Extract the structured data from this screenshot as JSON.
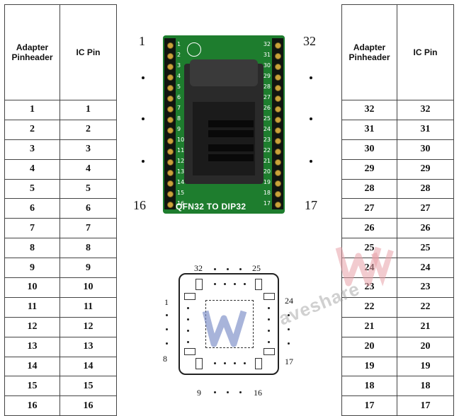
{
  "left_table": {
    "header_adapter": "Adapter\nPinheader",
    "header_ic": "IC Pin",
    "rows": [
      {
        "adapter": "1",
        "ic": "1"
      },
      {
        "adapter": "2",
        "ic": "2"
      },
      {
        "adapter": "3",
        "ic": "3"
      },
      {
        "adapter": "4",
        "ic": "4"
      },
      {
        "adapter": "5",
        "ic": "5"
      },
      {
        "adapter": "6",
        "ic": "6"
      },
      {
        "adapter": "7",
        "ic": "7"
      },
      {
        "adapter": "8",
        "ic": "8"
      },
      {
        "adapter": "9",
        "ic": "9"
      },
      {
        "adapter": "10",
        "ic": "10"
      },
      {
        "adapter": "11",
        "ic": "11"
      },
      {
        "adapter": "12",
        "ic": "12"
      },
      {
        "adapter": "13",
        "ic": "13"
      },
      {
        "adapter": "14",
        "ic": "14"
      },
      {
        "adapter": "15",
        "ic": "15"
      },
      {
        "adapter": "16",
        "ic": "16"
      }
    ]
  },
  "right_table": {
    "header_adapter": "Adapter\nPinheader",
    "header_ic": "IC Pin",
    "rows": [
      {
        "adapter": "32",
        "ic": "32"
      },
      {
        "adapter": "31",
        "ic": "31"
      },
      {
        "adapter": "30",
        "ic": "30"
      },
      {
        "adapter": "29",
        "ic": "29"
      },
      {
        "adapter": "28",
        "ic": "28"
      },
      {
        "adapter": "27",
        "ic": "27"
      },
      {
        "adapter": "26",
        "ic": "26"
      },
      {
        "adapter": "25",
        "ic": "25"
      },
      {
        "adapter": "24",
        "ic": "24"
      },
      {
        "adapter": "23",
        "ic": "23"
      },
      {
        "adapter": "22",
        "ic": "22"
      },
      {
        "adapter": "21",
        "ic": "21"
      },
      {
        "adapter": "20",
        "ic": "20"
      },
      {
        "adapter": "19",
        "ic": "19"
      },
      {
        "adapter": "18",
        "ic": "18"
      },
      {
        "adapter": "17",
        "ic": "17"
      }
    ]
  },
  "board": {
    "corner_labels": {
      "top_left": "1",
      "top_right": "32",
      "bottom_left": "16",
      "bottom_right": "17"
    },
    "silk_label": "QFN32 TO DIP32",
    "left_pin_labels": [
      "1",
      "2",
      "3",
      "4",
      "5",
      "6",
      "7",
      "8",
      "9",
      "10",
      "11",
      "12",
      "13",
      "14",
      "15",
      "16"
    ],
    "right_pin_labels": [
      "32",
      "31",
      "30",
      "29",
      "28",
      "27",
      "26",
      "25",
      "24",
      "23",
      "22",
      "21",
      "20",
      "19",
      "18",
      "17"
    ],
    "colors": {
      "pcb": "#1e7d2e",
      "header": "#101510",
      "socket": "#2a2a2a",
      "pin": "#c9a23a"
    }
  },
  "qfn": {
    "labels": {
      "top_left": "32",
      "top_right": "25",
      "left_top": "1",
      "left_bottom": "8",
      "right_top": "24",
      "right_bottom": "17",
      "bottom_left": "9",
      "bottom_right": "16"
    }
  },
  "watermark": {
    "text": "waveshare",
    "logo_color": "#e8a0a8"
  }
}
